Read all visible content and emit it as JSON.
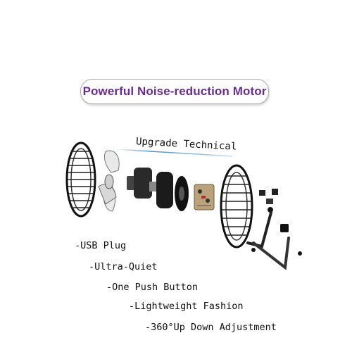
{
  "headline": "Powerful Noise-reduction Motor",
  "subheadline": "Upgrade Technical",
  "features": [
    "-USB Plug",
    "-Ultra-Quiet",
    "-One Push Button",
    "-Lightweight Fashion",
    "-360°Up Down Adjustment"
  ],
  "colors": {
    "headline_text": "#6a2c91",
    "pill_border": "#a9a9a9",
    "accent_line": "#4a90c8"
  }
}
